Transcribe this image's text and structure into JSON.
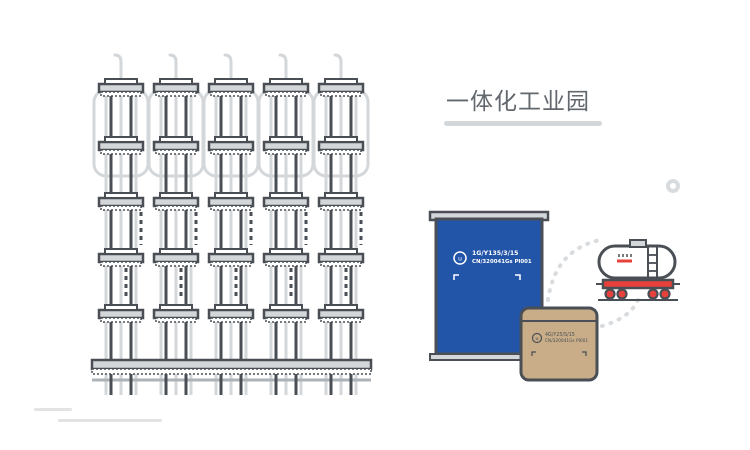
{
  "page": {
    "title": "一体化工业园"
  },
  "big_bag": {
    "label_line1": "1G/Y135/3/15",
    "label_line2": "CN/320041Gs PI001",
    "color": "#2254a8"
  },
  "small_box": {
    "label_line1": "4G/Y25/S/15",
    "label_line2": "CN/320041Gs PI001",
    "color": "#c8ad88"
  },
  "colors": {
    "outline": "#4a4f55",
    "steel_light": "#d4d7da",
    "steel_mid": "#aeb3b7",
    "tank_red": "#e8403a"
  },
  "icons": [
    "industrial-rack-structure",
    "dotted-arc-connector",
    "tank-wagon-icon",
    "ring-dot-icon"
  ]
}
